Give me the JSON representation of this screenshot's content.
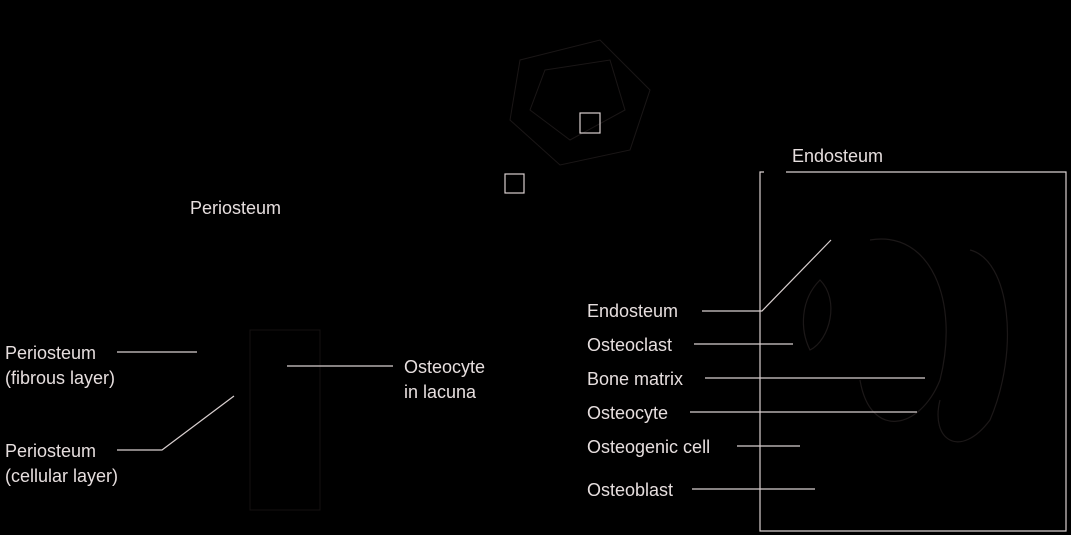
{
  "title": "Endosteum",
  "periosteum_title": "Periosteum",
  "left_labels": {
    "fibrous_line1": "Periosteum",
    "fibrous_line2": "(fibrous layer)",
    "cellular_line1": "Periosteum",
    "cellular_line2": "(cellular layer)",
    "osteocyte_line1": "Osteocyte",
    "osteocyte_line2": "in lacuna"
  },
  "right_labels": [
    "Endosteum",
    "Osteoclast",
    "Bone matrix",
    "Osteocyte",
    "Osteogenic cell",
    "Osteoblast"
  ],
  "colors": {
    "background": "#000000",
    "text": "#e6dede",
    "lines": "#d8cfcf"
  }
}
